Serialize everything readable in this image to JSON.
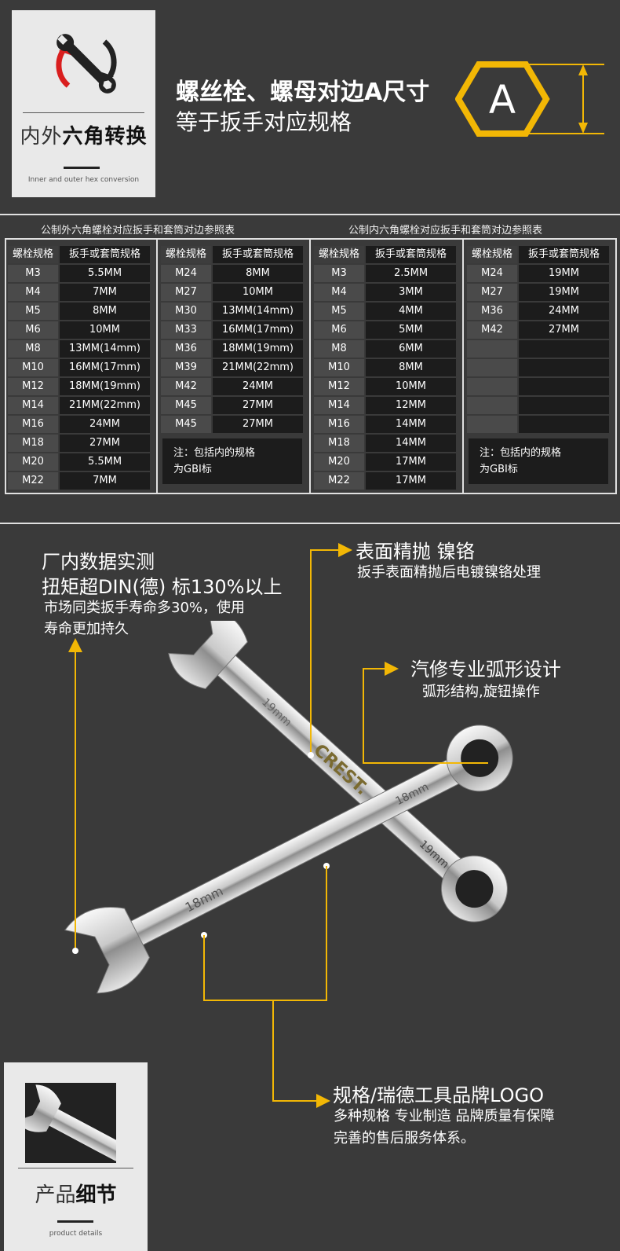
{
  "top": {
    "badge_title_pre": "内外",
    "badge_title_bold": "六角转换",
    "badge_sub": "Inner and outer hex conversion",
    "headline": "螺丝栓、螺母对边A尺寸",
    "subline": "等于扳手对应规格",
    "hex_letter": "A"
  },
  "tables": {
    "title_outer": "公制外六角螺栓对应扳手和套筒对边参照表",
    "title_inner": "公制内六角螺栓对应扳手和套筒对边参照表",
    "hdr_bolt": "螺栓规格",
    "hdr_wrench": "扳手或套筒规格",
    "note": [
      "注：包括内的规格",
      "为GBI标"
    ],
    "t1": [
      [
        "M3",
        "5.5MM"
      ],
      [
        "M4",
        "7MM"
      ],
      [
        "M5",
        "8MM"
      ],
      [
        "M6",
        "10MM"
      ],
      [
        "M8",
        "13MM(14mm)"
      ],
      [
        "M10",
        "16MM(17mm)"
      ],
      [
        "M12",
        "18MM(19mm)"
      ],
      [
        "M14",
        "21MM(22mm)"
      ],
      [
        "M16",
        "24MM"
      ],
      [
        "M18",
        "27MM"
      ],
      [
        "M20",
        "5.5MM"
      ],
      [
        "M22",
        "7MM"
      ]
    ],
    "t2": [
      [
        "M24",
        "8MM"
      ],
      [
        "M27",
        "10MM"
      ],
      [
        "M30",
        "13MM(14mm)"
      ],
      [
        "M33",
        "16MM(17mm)"
      ],
      [
        "M36",
        "18MM(19mm)"
      ],
      [
        "M39",
        "21MM(22mm)"
      ],
      [
        "M42",
        "24MM"
      ],
      [
        "M45",
        "27MM"
      ],
      [
        "M45",
        "27MM"
      ]
    ],
    "t3": [
      [
        "M3",
        "2.5MM"
      ],
      [
        "M4",
        "3MM"
      ],
      [
        "M5",
        "4MM"
      ],
      [
        "M6",
        "5MM"
      ],
      [
        "M8",
        "6MM"
      ],
      [
        "M10",
        "8MM"
      ],
      [
        "M12",
        "10MM"
      ],
      [
        "M14",
        "12MM"
      ],
      [
        "M16",
        "14MM"
      ],
      [
        "M18",
        "14MM"
      ],
      [
        "M20",
        "17MM"
      ],
      [
        "M22",
        "17MM"
      ]
    ],
    "t4": [
      [
        "M24",
        "19MM"
      ],
      [
        "M27",
        "19MM"
      ],
      [
        "M36",
        "24MM"
      ],
      [
        "M42",
        "27MM"
      ],
      [
        "",
        ""
      ],
      [
        "",
        ""
      ],
      [
        "",
        ""
      ],
      [
        "",
        ""
      ],
      [
        "",
        ""
      ]
    ]
  },
  "features": {
    "f1_title1": "厂内数据实测",
    "f1_title2": "扭矩超DIN(德) 标130%以上",
    "f1_sub1": "市场同类扳手寿命多30%，使用",
    "f1_sub2": "寿命更加持久",
    "f2_title": "表面精抛 镍铬",
    "f2_sub": "扳手表面精抛后电镀镍铬处理",
    "f3_title": "汽修专业弧形设计",
    "f3_sub": "弧形结构,旋钮操作",
    "f4_title": "规格/瑞德工具品牌LOGO",
    "f4_sub1": "多种规格 专业制造 品牌质量有保障",
    "f4_sub2": "完善的售后服务体系。"
  },
  "wrench": {
    "brand": "CREST.",
    "size_a": "19mm",
    "size_b": "18mm"
  },
  "detail": {
    "title_pre": "产品",
    "title_bold": "细节",
    "sub": "product details"
  },
  "colors": {
    "accent": "#f2b705",
    "bg": "#3a3a3a"
  }
}
